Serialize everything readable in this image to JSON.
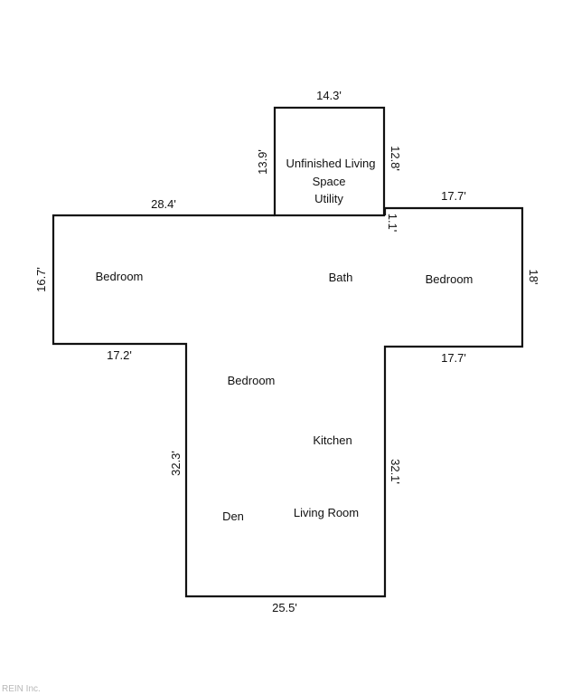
{
  "colors": {
    "line": "#111111",
    "background": "#ffffff",
    "watermark": "#b8b8b8"
  },
  "rooms": {
    "unfinished_line1": "Unfinished Living",
    "unfinished_line2": "Space",
    "utility": "Utility",
    "bedroom_left": "Bedroom",
    "bath": "Bath",
    "bedroom_right": "Bedroom",
    "bedroom_center": "Bedroom",
    "kitchen": "Kitchen",
    "den": "Den",
    "living_room": "Living Room"
  },
  "dimensions": {
    "top_width": "14.3'",
    "top_left_height": "13.9'",
    "top_right_height": "12.8'",
    "step": "1.1'",
    "left_wing_top": "28.4'",
    "right_wing_top": "17.7'",
    "left_wing_height": "16.7'",
    "right_wing_height": "18'",
    "left_wing_bottom": "17.2'",
    "right_wing_bottom": "17.7'",
    "stem_left_height": "32.3'",
    "stem_right_height": "32.1'",
    "stem_bottom": "25.5'"
  },
  "watermark": "REIN Inc."
}
